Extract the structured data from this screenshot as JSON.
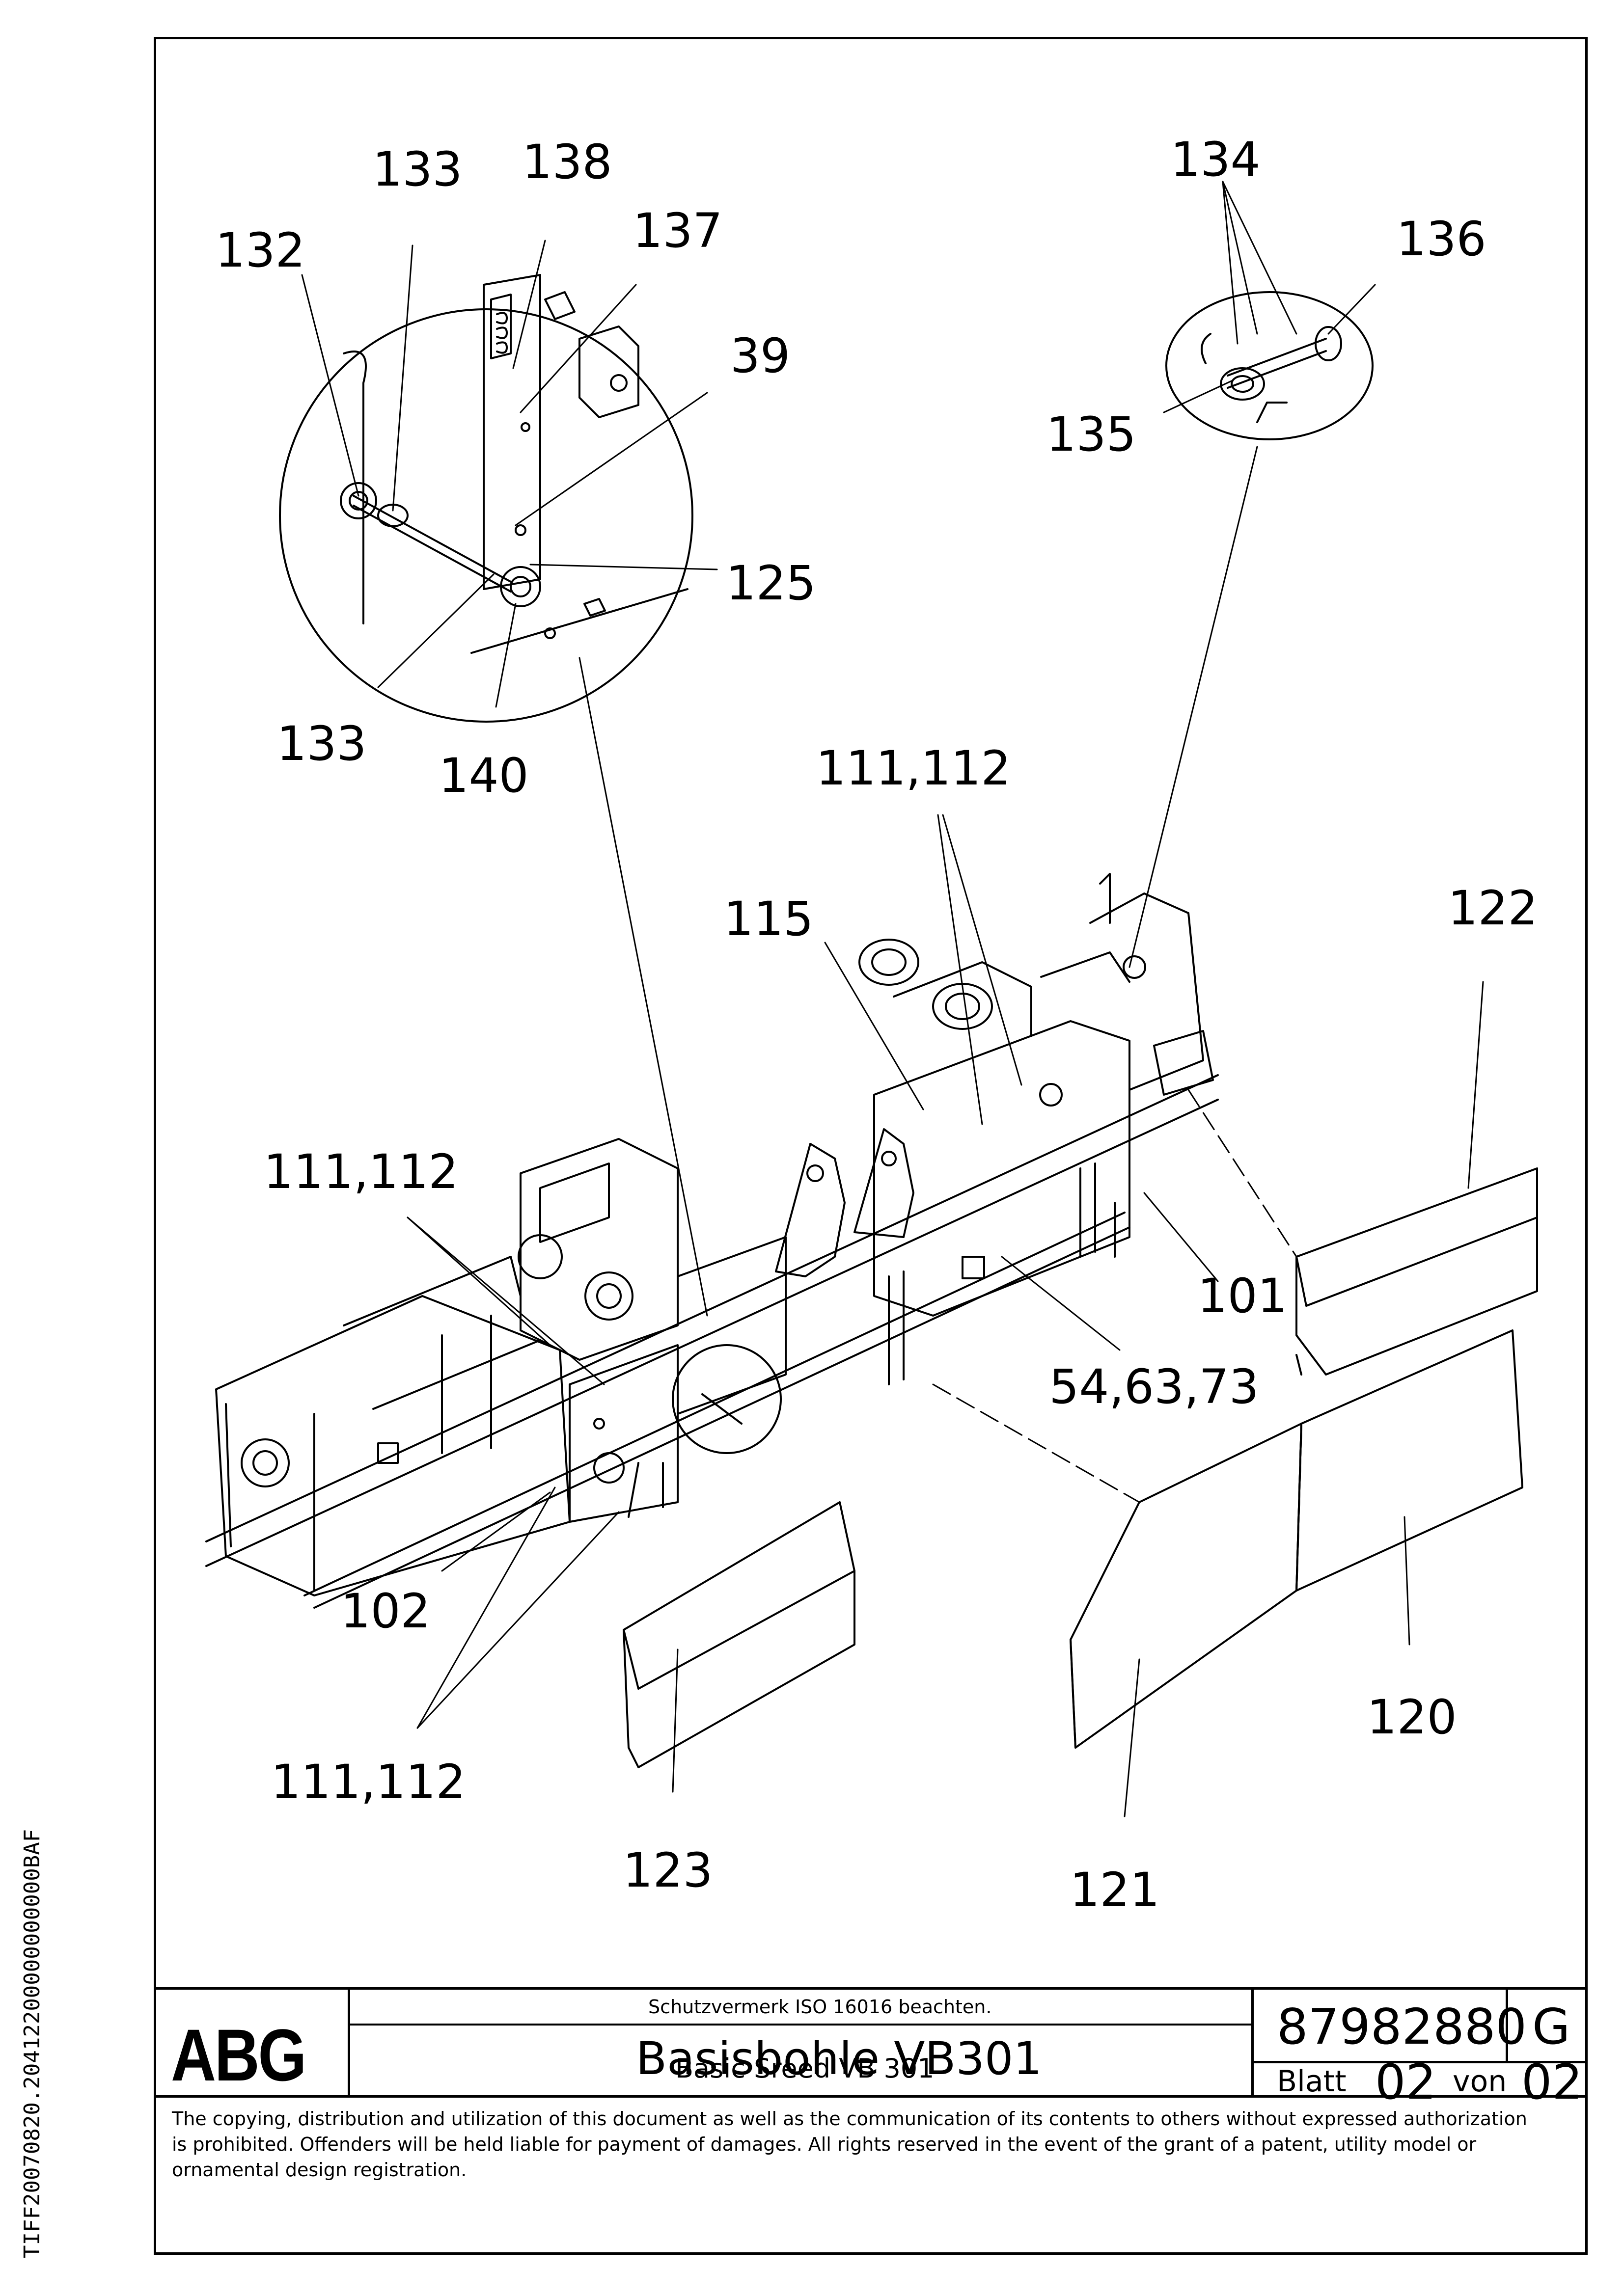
{
  "side_code": "TIFF20070820.20412200000000000BAF",
  "callouts": [
    {
      "id": "c-133a",
      "text": "133"
    },
    {
      "id": "c-138",
      "text": "138"
    },
    {
      "id": "c-132",
      "text": "132"
    },
    {
      "id": "c-137",
      "text": "137"
    },
    {
      "id": "c-39",
      "text": "39"
    },
    {
      "id": "c-125",
      "text": "125"
    },
    {
      "id": "c-133b",
      "text": "133"
    },
    {
      "id": "c-140",
      "text": "140"
    },
    {
      "id": "c-134",
      "text": "134"
    },
    {
      "id": "c-136",
      "text": "136"
    },
    {
      "id": "c-135",
      "text": "135"
    },
    {
      "id": "c-111a",
      "text": "111,112"
    },
    {
      "id": "c-115",
      "text": "115"
    },
    {
      "id": "c-122",
      "text": "122"
    },
    {
      "id": "c-111b",
      "text": "111,112"
    },
    {
      "id": "c-101",
      "text": "101"
    },
    {
      "id": "c-54",
      "text": "54,63,73"
    },
    {
      "id": "c-102",
      "text": "102"
    },
    {
      "id": "c-111c",
      "text": "111,112"
    },
    {
      "id": "c-120",
      "text": "120"
    },
    {
      "id": "c-123",
      "text": "123"
    },
    {
      "id": "c-121",
      "text": "121"
    }
  ],
  "title_block": {
    "logo": "ABG",
    "protection_note": "Schutzvermerk ISO 16016 beachten.",
    "title_de": "Basisbohle VB301",
    "title_en": "Basic Sreed VB 301",
    "drawing_number": "87982880",
    "revision": "G",
    "sheet_label": "Blatt",
    "sheet_number": "02",
    "of_label": "von",
    "sheet_total": "02",
    "copyright": "The copying, distribution and utilization of this document as well as the communication of its contents to others without expressed authorization is prohibited. Offenders will be held liable for payment of damages. All rights reserved in the event of the grant of a patent, utility model or ornamental design registration."
  },
  "colors": {
    "line": "#000000",
    "background": "#ffffff"
  }
}
